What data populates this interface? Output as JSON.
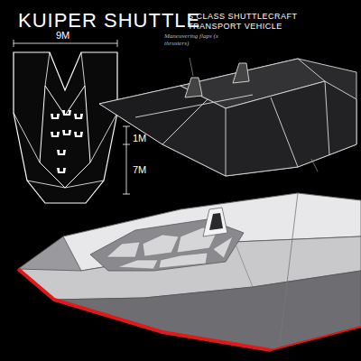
{
  "diagram": {
    "title": "KUIPER SHUTTLE",
    "labels": [
      "S CLASS SHUTTLECRAFT TRANSPORT VEHICLE",
      "9M",
      "1M",
      "7M",
      "Maneuvering flaps (x thrusters)"
    ]
  }
}
